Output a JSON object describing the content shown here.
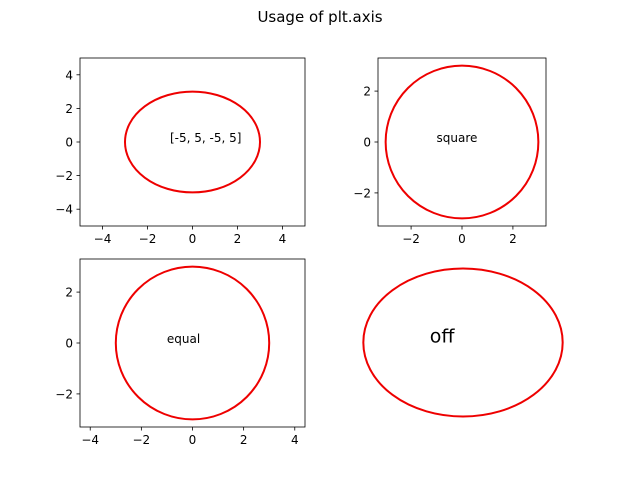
{
  "figure": {
    "title": "Usage of plt.axis"
  },
  "colors": {
    "circle": "#ee0000"
  },
  "chart_data": [
    {
      "type": "line",
      "title": "",
      "annotation": "[-5, 5, -5, 5]",
      "axis_mode": "[-5, 5, -5, 5]",
      "series": [
        {
          "shape": "circle",
          "center": [
            0,
            0
          ],
          "radius": 3
        }
      ],
      "xlim": [
        -5,
        5
      ],
      "ylim": [
        -5,
        5
      ],
      "xticks": [
        -4,
        -2,
        0,
        2,
        4
      ],
      "yticks": [
        -4,
        -2,
        0,
        2,
        4
      ],
      "xtick_labels": [
        "−4",
        "−2",
        "0",
        "2",
        "4"
      ],
      "ytick_labels": [
        "−4",
        "−2",
        "0",
        "2",
        "4"
      ],
      "annotation_at": [
        -1,
        0
      ],
      "axes_visible": true,
      "grid": false
    },
    {
      "type": "line",
      "title": "",
      "annotation": "square",
      "axis_mode": "square",
      "series": [
        {
          "shape": "circle",
          "center": [
            0,
            0
          ],
          "radius": 3
        }
      ],
      "xlim": [
        -3.3,
        3.3
      ],
      "ylim": [
        -3.3,
        3.3
      ],
      "xticks": [
        -2,
        0,
        2
      ],
      "yticks": [
        -2,
        0,
        2
      ],
      "xtick_labels": [
        "−2",
        "0",
        "2"
      ],
      "ytick_labels": [
        "−2",
        "0",
        "2"
      ],
      "annotation_at": [
        -1,
        0
      ],
      "axes_visible": true,
      "grid": false
    },
    {
      "type": "line",
      "title": "",
      "annotation": "equal",
      "axis_mode": "equal",
      "series": [
        {
          "shape": "circle",
          "center": [
            0,
            0
          ],
          "radius": 3
        }
      ],
      "xlim": [
        -4.4,
        4.4
      ],
      "ylim": [
        -3.3,
        3.3
      ],
      "xticks": [
        -4,
        -2,
        0,
        2,
        4
      ],
      "yticks": [
        -2,
        0,
        2
      ],
      "xtick_labels": [
        "−4",
        "−2",
        "0",
        "2",
        "4"
      ],
      "ytick_labels": [
        "−2",
        "0",
        "2"
      ],
      "annotation_at": [
        -1,
        0
      ],
      "axes_visible": true,
      "grid": false
    },
    {
      "type": "line",
      "title": "",
      "annotation": "off",
      "axis_mode": "off",
      "series": [
        {
          "shape": "circle",
          "center": [
            0,
            0
          ],
          "radius": 3
        }
      ],
      "xlim": [
        -3.1,
        3.1
      ],
      "ylim": [
        -3.1,
        3.1
      ],
      "xticks": [],
      "yticks": [],
      "xtick_labels": [],
      "ytick_labels": [],
      "annotation_at": [
        -1,
        0
      ],
      "axes_visible": false,
      "grid": false
    }
  ]
}
